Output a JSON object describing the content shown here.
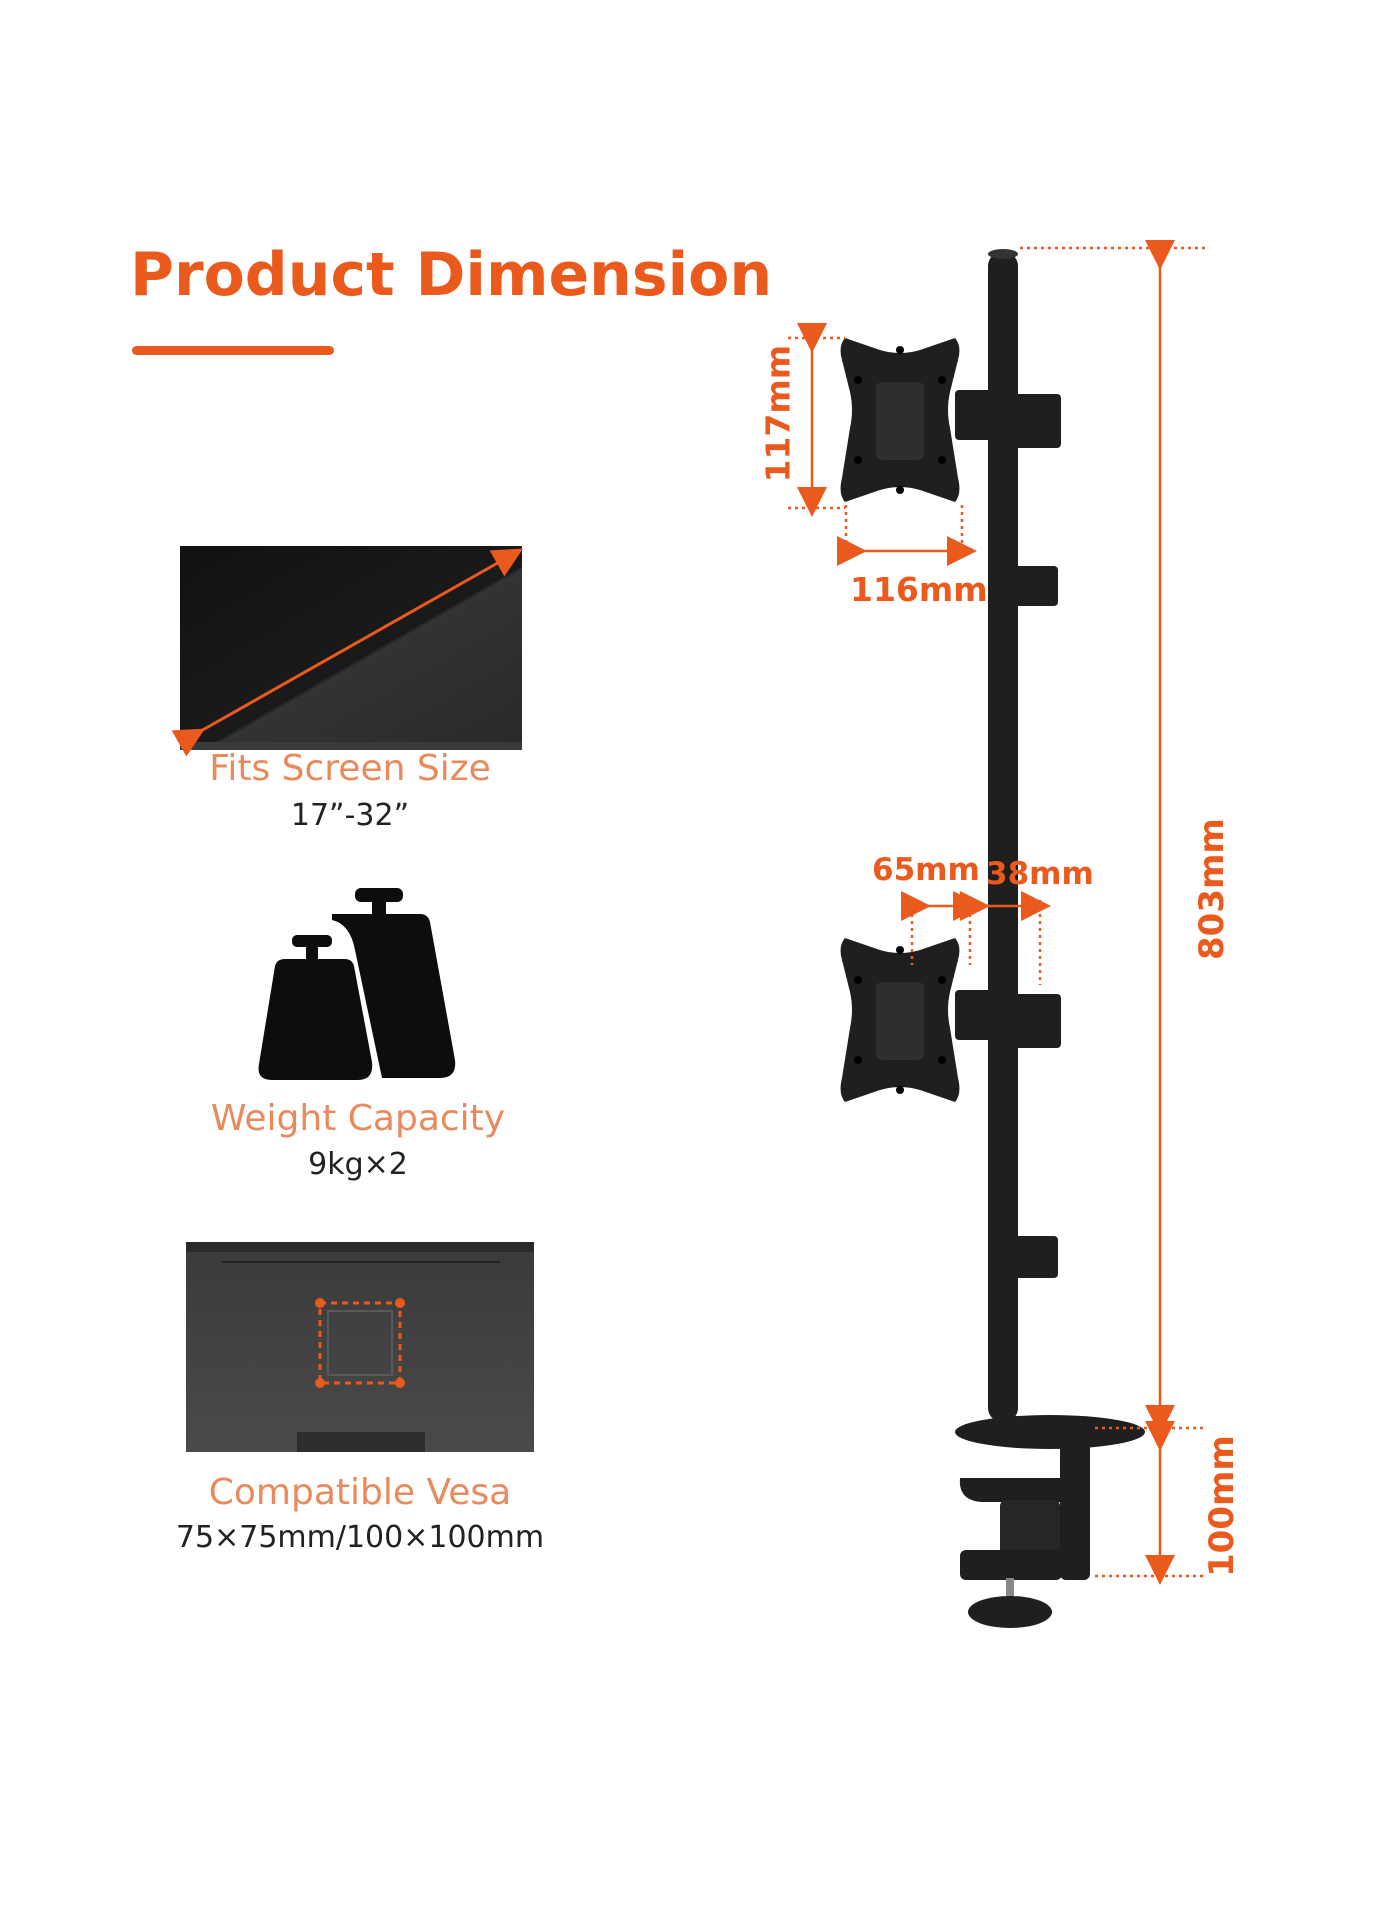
{
  "title": "Product Dimension",
  "colors": {
    "accent": "#ea5a1c",
    "accent_light": "#e98a5c",
    "product": "#1f1f1f"
  },
  "features": [
    {
      "icon": "monitor-diagonal-icon",
      "label": "Fits Screen Size",
      "value": "17”-32”"
    },
    {
      "icon": "weights-icon",
      "label": "Weight Capacity",
      "value": "9kg×2"
    },
    {
      "icon": "vesa-monitor-back-icon",
      "label": "Compatible Vesa",
      "value": "75×75mm/100×100mm"
    }
  ],
  "dimensions": {
    "vesa_height": "117mm",
    "vesa_width": "116mm",
    "arm_offset_a": "65mm",
    "arm_offset_b": "38mm",
    "pole_height": "803mm",
    "clamp_height": "100mm"
  }
}
